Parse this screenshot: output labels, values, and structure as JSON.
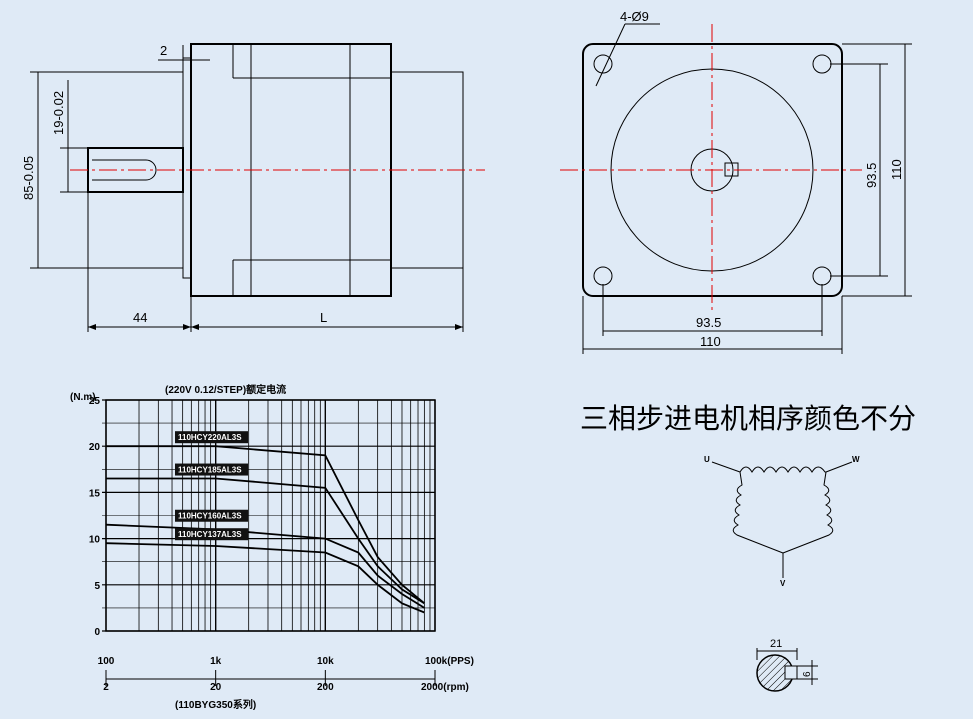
{
  "side_view": {
    "dim_flange": "2",
    "dim_shaft_dia": "19-0.02",
    "dim_pilot_dia": "85-0.05",
    "dim_shaft_len": "44",
    "dim_body_len": "L"
  },
  "front_view": {
    "hole_callout": "4-Ø9",
    "dim_hole_spacing_v": "93.5",
    "dim_size_v": "110",
    "dim_hole_spacing_h": "93.5",
    "dim_size_h": "110"
  },
  "chart": {
    "title": "(220V 0.12/STEP)额定电流",
    "y_unit": "(N.m)",
    "y_ticks": [
      "25",
      "20",
      "15",
      "10",
      "5",
      "0"
    ],
    "x_pps_ticks": [
      "100",
      "1k",
      "10k",
      "100k(PPS)"
    ],
    "x_rpm_ticks": [
      "2",
      "20",
      "200",
      "2000(rpm)"
    ],
    "series_label": "(110BYG350系列)"
  },
  "chart_data": {
    "type": "line",
    "title": "(220V 0.12/STEP)额定电流",
    "ylabel": "(N.m)",
    "xlabel": "(PPS)",
    "x_scale": "log",
    "xlim": [
      100,
      100000
    ],
    "ylim": [
      0,
      25
    ],
    "grid": true,
    "legend": "inline",
    "series": [
      {
        "name": "110HCY220AL3S",
        "x": [
          100,
          1000,
          10000,
          20000,
          30000,
          50000,
          80000
        ],
        "y": [
          20,
          20,
          19,
          12,
          8,
          5,
          3
        ]
      },
      {
        "name": "110HCY185AL3S",
        "x": [
          100,
          1000,
          10000,
          20000,
          30000,
          50000,
          80000
        ],
        "y": [
          16.5,
          16.5,
          15.5,
          10,
          7,
          4.5,
          3
        ]
      },
      {
        "name": "110HCY160AL3S",
        "x": [
          100,
          1000,
          10000,
          20000,
          30000,
          50000,
          80000
        ],
        "y": [
          11.5,
          11,
          10,
          8.5,
          6,
          4,
          2.5
        ]
      },
      {
        "name": "110HCY137AL3S",
        "x": [
          100,
          1000,
          10000,
          20000,
          30000,
          50000,
          80000
        ],
        "y": [
          9.5,
          9.2,
          8.5,
          7,
          5,
          3,
          2
        ]
      }
    ]
  },
  "phase": {
    "note": "三相步进电机相序颜色不分",
    "u": "U",
    "v": "V",
    "w": "W"
  },
  "shaft_section": {
    "dim_width": "21",
    "dim_key": "6"
  }
}
